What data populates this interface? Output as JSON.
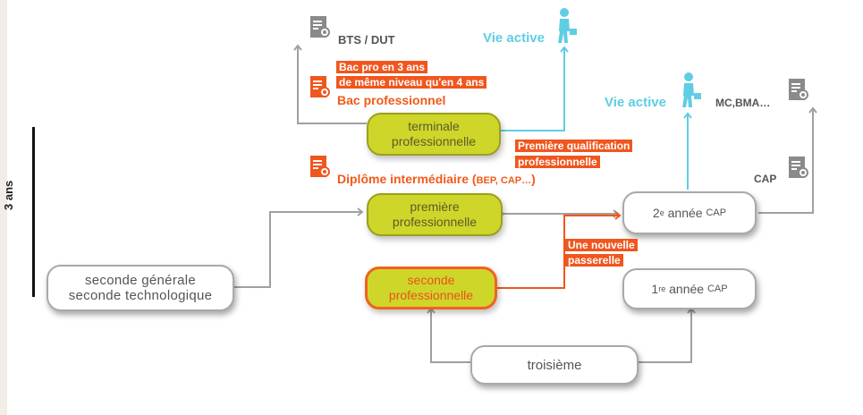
{
  "scale": {
    "label": "3 ans"
  },
  "nodes": {
    "seconde_gt": {
      "line1": "seconde générale",
      "line2": "seconde technologique"
    },
    "premiere_pro": {
      "line1": "première",
      "line2": "professionnelle"
    },
    "terminale_pro": {
      "line1": "terminale",
      "line2": "professionnelle"
    },
    "seconde_pro": {
      "line1": "seconde",
      "line2": "professionnelle"
    },
    "deuxieme_cap": {
      "main": "2e année",
      "sup": "e",
      "suffix": "CAP",
      "prefix": "2"
    },
    "premiere_cap": {
      "prefix": "1",
      "sup": "re",
      "main": "année",
      "suffix": "CAP"
    },
    "troisieme": {
      "label": "troisième"
    }
  },
  "labels": {
    "bts_dut": "BTS / DUT",
    "vie_active_top": "Vie active",
    "vie_active_right": "Vie active",
    "mc_bma": "MC,BMA…",
    "cap": "CAP",
    "bac_pro_note_1": "Bac pro en 3 ans",
    "bac_pro_note_2": "de même niveau qu'en 4 ans",
    "bac_pro": "Bac professionnel",
    "premiere_qualif_1": "Première qualification",
    "premiere_qualif_2": "professionnelle",
    "diplome_inter_main": "Diplôme intermédiaire (",
    "diplome_inter_small": "BEP, CAP…",
    "diplome_inter_end": ")",
    "passerelle_1": "Une nouvelle",
    "passerelle_2": "passerelle"
  },
  "colors": {
    "grey": "#a9a9a9",
    "cyan": "#5fcde4",
    "orange": "#f0561e",
    "yellow": "#cfd62a"
  }
}
